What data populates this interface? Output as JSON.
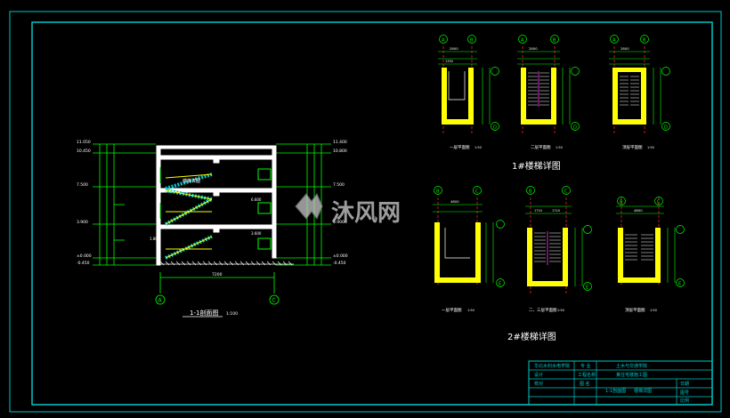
{
  "section": {
    "title": "1-1剖面图",
    "scale": "1:100",
    "levels_left": [
      "11.050",
      "10.450",
      "7.500",
      "3.900",
      "±0.000",
      "-0.450"
    ],
    "levels_right": [
      "11.400",
      "10.800",
      "7.500",
      "3.900",
      "±0.000",
      "-0.450"
    ],
    "inner_levels": [
      "6.600",
      "3.600",
      "1.800"
    ],
    "span_dim": "7200",
    "axis_left": "A",
    "axis_right": "C",
    "stair_note": "楼梯详图"
  },
  "stair1": {
    "title": "1#楼梯详图",
    "plans": [
      {
        "caption": "一层平面图",
        "scale": "1:50",
        "axes_top": [
          "A",
          "B"
        ],
        "axis_side": "D"
      },
      {
        "caption": "二层平面图",
        "scale": "1:50",
        "axes_top": [
          "A",
          "B"
        ],
        "axis_side": "D"
      },
      {
        "caption": "顶层平面图",
        "scale": "1:50",
        "axes_top": [
          "A",
          "B"
        ],
        "axis_side": "D"
      }
    ],
    "dims": [
      "2800",
      "1350",
      "100",
      "1350"
    ]
  },
  "stair2": {
    "title": "2#楼梯详图",
    "plans": [
      {
        "caption": "一层平面图",
        "scale": "1:50",
        "axes_top": [
          "B",
          "C"
        ],
        "axis_side": "E"
      },
      {
        "caption": "二、三层平面图",
        "scale": "1:50",
        "axes_top": [
          "B",
          "C"
        ],
        "axis_side": "E"
      },
      {
        "caption": "顶层平面图",
        "scale": "1:50",
        "axes_top": [
          "B",
          "C"
        ],
        "axis_side": "E"
      }
    ],
    "dims": [
      "4800",
      "1710",
      "100",
      "1710"
    ]
  },
  "watermark": {
    "text": "沐风网"
  },
  "titleblock": {
    "school": "华北水利水电学院",
    "major_a": "专 业",
    "dept": "土木与交通学院",
    "project": "某住宅楼施工图",
    "row2_a": "工程名称",
    "row2_b": "图 名",
    "designer": "设计",
    "checker": "校对",
    "drawing_name_a": "1-1剖面图",
    "drawing_name_b": "楼梯详图",
    "date_lbl": "日期",
    "sheet_lbl": "图号",
    "scale_lbl": "比例"
  },
  "colors": {
    "frame": "#00c8c8",
    "wall": "#ffff00",
    "dim": "#00ff00",
    "axis": "#ff3030",
    "text": "#ffffff",
    "magenta": "#ff40ff"
  }
}
